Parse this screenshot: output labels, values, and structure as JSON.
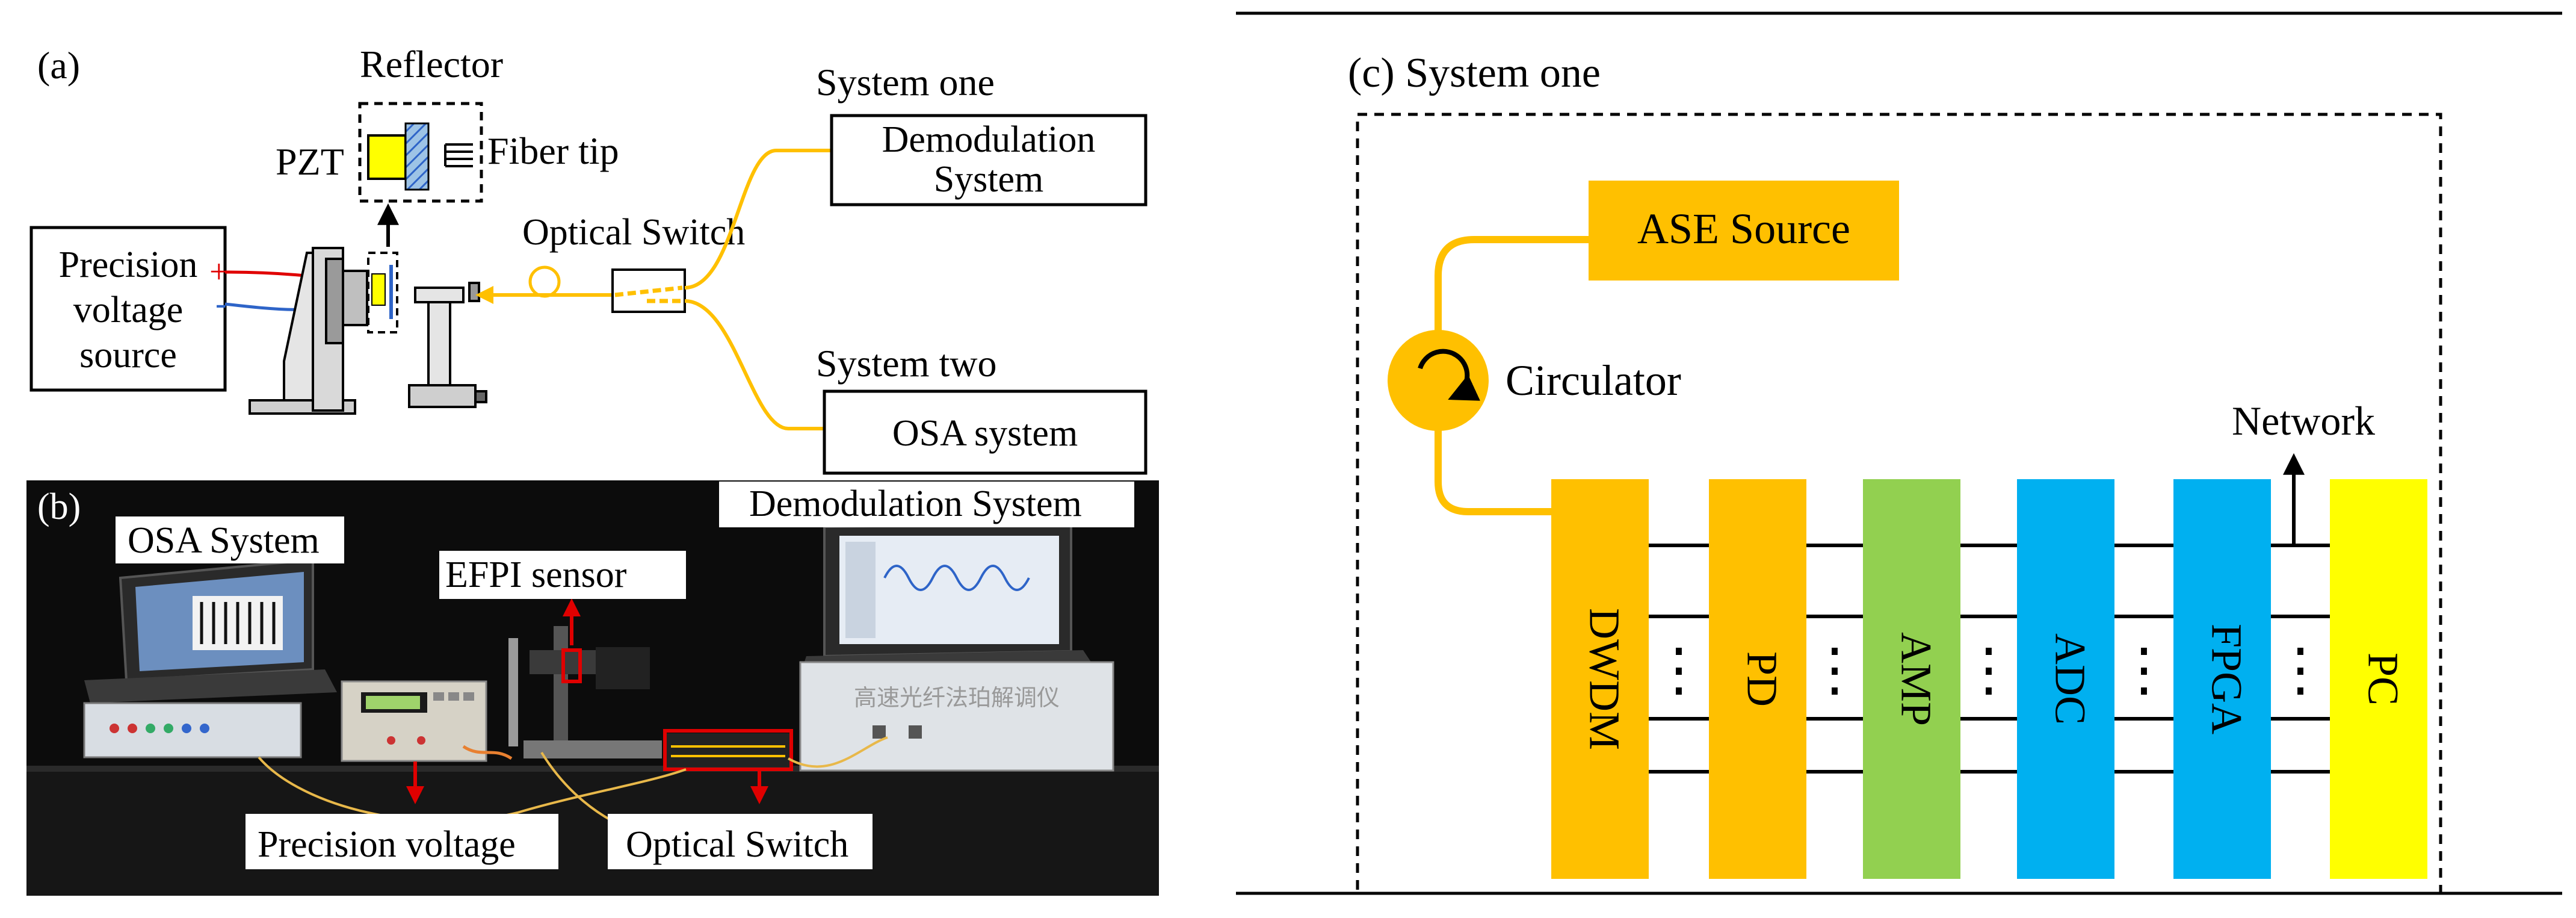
{
  "panel_a": {
    "label": "(a)",
    "reflector": "Reflector",
    "pzt": "PZT",
    "fiber_tip": "Fiber tip",
    "system_one": "System one",
    "demod_box": [
      "Demodulation",
      "System"
    ],
    "optical_switch": "Optical Switch",
    "precision_source": [
      "Precision",
      "voltage",
      "source"
    ],
    "plus": "+",
    "minus": "-",
    "system_two": "System two",
    "osa_box": "OSA system"
  },
  "panel_b": {
    "label": "(b)",
    "osa_system": "OSA System",
    "efpi_sensor": "EFPI sensor",
    "demod_system": "Demodulation System",
    "precision_voltage": "Precision voltage",
    "optical_switch": "Optical Switch"
  },
  "panel_c": {
    "title": "(c) System one",
    "ase_source": "ASE Source",
    "circulator": "Circulator",
    "network": "Network",
    "ellipsis": "⋮",
    "blocks": [
      {
        "label": "DWDM",
        "color": "#FFC000"
      },
      {
        "label": "PD",
        "color": "#FFC000"
      },
      {
        "label": "AMP",
        "color": "#92D050"
      },
      {
        "label": "ADC",
        "color": "#00B0F0"
      },
      {
        "label": "FPGA",
        "color": "#00B0F0"
      },
      {
        "label": "PC",
        "color": "#FFFF00"
      }
    ]
  },
  "colors": {
    "fiber": "#FFC000",
    "accent_red": "#E00000",
    "accent_blue": "#2E64C8",
    "pzt_yellow": "#FFFF00"
  }
}
